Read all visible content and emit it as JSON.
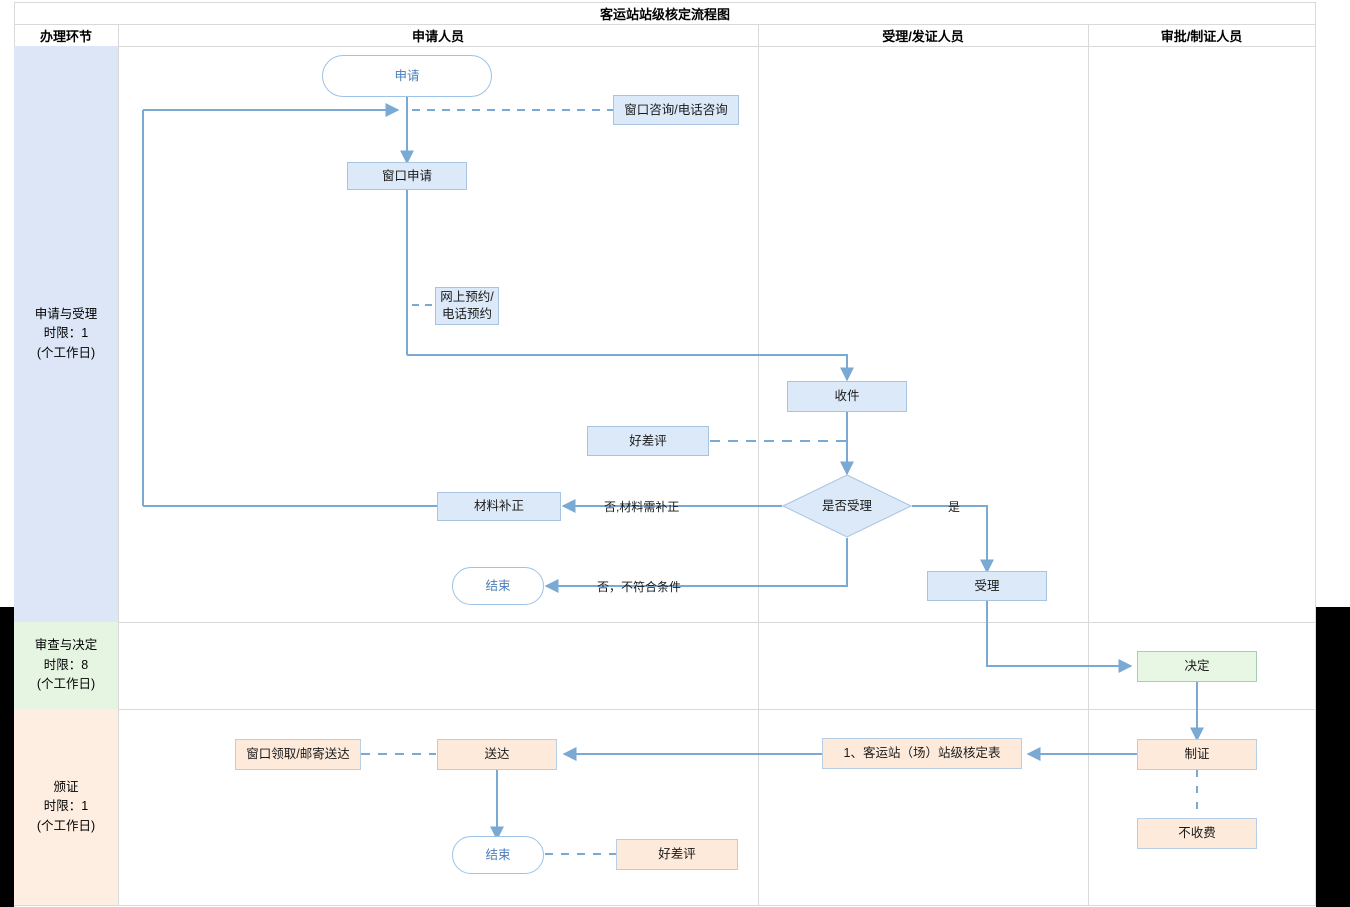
{
  "header": {
    "title": "客运站站级核定流程图",
    "columns": [
      {
        "key": "stage",
        "label": "办理环节"
      },
      {
        "key": "applicant",
        "label": "申请人员"
      },
      {
        "key": "acceptor",
        "label": "受理/发证人员"
      },
      {
        "key": "approver",
        "label": "审批/制证人员"
      }
    ]
  },
  "lanes": [
    {
      "key": "apply",
      "name": "申请与受理",
      "limit_label": "时限：1",
      "unit_label": "(个工作日)",
      "color": "#dce6f7"
    },
    {
      "key": "review",
      "name": "审查与决定",
      "limit_label": "时限：8",
      "unit_label": "(个工作日)",
      "color": "#e6f5e2"
    },
    {
      "key": "issue",
      "name": "颁证",
      "limit_label": "时限：1",
      "unit_label": "(个工作日)",
      "color": "#fdeee1"
    }
  ],
  "nodes": {
    "start_apply": {
      "label": "申请",
      "shape": "terminator",
      "lane": "apply",
      "column": "applicant"
    },
    "consult": {
      "label": "窗口咨询/电话咨询",
      "shape": "note",
      "lane": "apply",
      "column": "applicant"
    },
    "window_apply": {
      "label": "窗口申请",
      "shape": "process",
      "lane": "apply",
      "column": "applicant"
    },
    "online_booking": {
      "label": "网上预约/\n电话预约",
      "shape": "note",
      "lane": "apply",
      "column": "applicant"
    },
    "receive": {
      "label": "收件",
      "shape": "process",
      "lane": "apply",
      "column": "acceptor"
    },
    "rating_top": {
      "label": "好差评",
      "shape": "note",
      "lane": "apply",
      "column": "applicant"
    },
    "decision_accept": {
      "label": "是否受理",
      "shape": "decision",
      "lane": "apply",
      "column": "acceptor"
    },
    "material_fix": {
      "label": "材料补正",
      "shape": "process",
      "lane": "apply",
      "column": "applicant"
    },
    "end_apply": {
      "label": "结束",
      "shape": "terminator",
      "lane": "apply",
      "column": "applicant"
    },
    "accept": {
      "label": "受理",
      "shape": "process",
      "lane": "apply",
      "column": "acceptor"
    },
    "decide": {
      "label": "决定",
      "shape": "green",
      "lane": "review",
      "column": "approver"
    },
    "make_cert": {
      "label": "制证",
      "shape": "orange",
      "lane": "issue",
      "column": "approver"
    },
    "no_fee": {
      "label": "不收费",
      "shape": "orange",
      "lane": "issue",
      "column": "approver"
    },
    "cert_form": {
      "label": "1、客运站（场）站级核定表",
      "shape": "orange",
      "lane": "issue",
      "column": "acceptor"
    },
    "deliver": {
      "label": "送达",
      "shape": "orange",
      "lane": "issue",
      "column": "applicant"
    },
    "pickup": {
      "label": "窗口领取/邮寄送达",
      "shape": "orange",
      "lane": "issue",
      "column": "applicant"
    },
    "end_issue": {
      "label": "结束",
      "shape": "terminator",
      "lane": "issue",
      "column": "applicant"
    },
    "rating_bottom": {
      "label": "好差评",
      "shape": "orange",
      "lane": "issue",
      "column": "applicant"
    }
  },
  "edge_labels": {
    "yes_accept": "是",
    "no_need_fix": "否,材料需补正",
    "no_not_qualified": "否，不符合条件"
  },
  "colors": {
    "connector": "#7aaad4",
    "grid": "#d9d9d9",
    "process_fill": "#dce9f9",
    "process_stroke": "#a8c4e0",
    "green_fill": "#e8f6e4",
    "green_stroke": "#a9ccb4",
    "orange_fill": "#fdeadb",
    "orange_stroke": "#b6cfe4",
    "terminator_text": "#4a7ebb"
  }
}
